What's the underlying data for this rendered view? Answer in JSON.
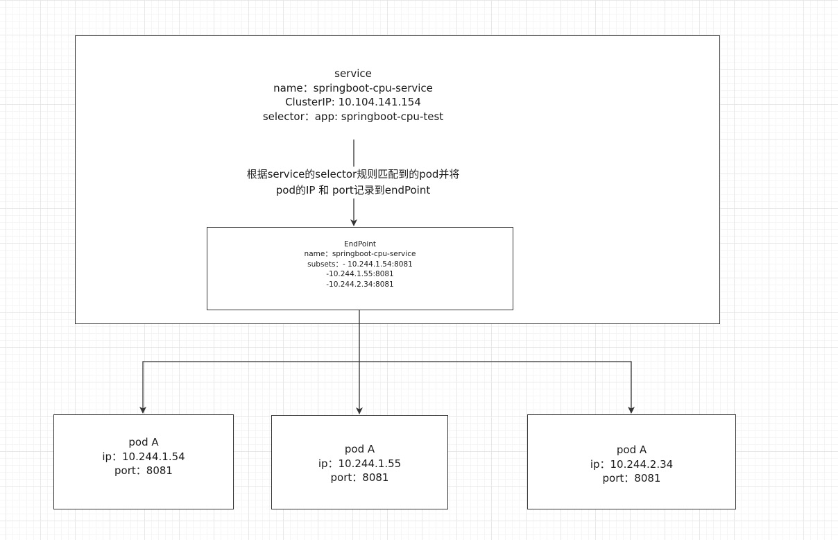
{
  "service": {
    "lines": [
      "service",
      "name：springboot-cpu-service",
      "ClusterIP: 10.104.141.154",
      "selector：app: springboot-cpu-test"
    ]
  },
  "edge_label": {
    "lines": [
      "根据service的selector规则匹配到的pod并将",
      "pod的IP 和 port记录到endPoint"
    ]
  },
  "endpoint": {
    "lines": [
      "EndPoint",
      "name：springboot-cpu-service",
      "subsets：- 10.244.1.54:8081",
      "-10.244.1.55:8081",
      "-10.244.2.34:8081"
    ]
  },
  "pods": [
    {
      "lines": [
        "pod A",
        "ip：10.244.1.54",
        "port：8081"
      ]
    },
    {
      "lines": [
        "pod A",
        "ip：10.244.1.55",
        "port：8081"
      ]
    },
    {
      "lines": [
        "pod A",
        "ip：10.244.2.34",
        "port：8081"
      ]
    }
  ],
  "colors": {
    "stroke": "#333333",
    "text": "#1a1a1a"
  }
}
